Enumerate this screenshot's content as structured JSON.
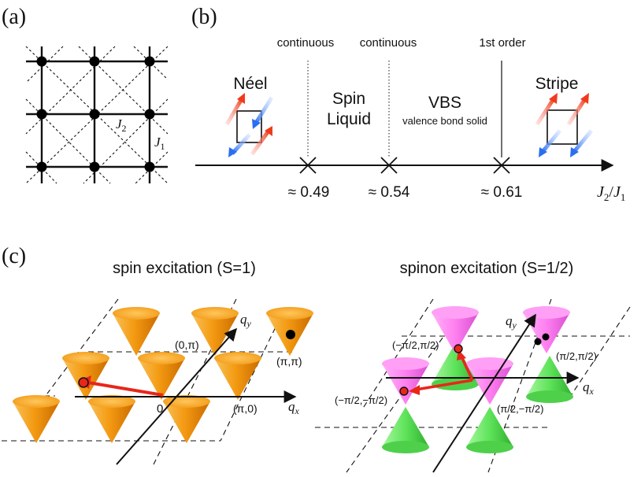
{
  "panel_a": {
    "label": "(a)",
    "j1": "J",
    "j1_sub": "1",
    "j2": "J",
    "j2_sub": "2"
  },
  "panel_b": {
    "label": "(b)",
    "transitions": [
      {
        "type": "continuous",
        "value": "≈ 0.49"
      },
      {
        "type": "continuous",
        "value": "≈ 0.54"
      },
      {
        "type": "1st order",
        "value": "≈ 0.61"
      }
    ],
    "phases": {
      "neel": "Néel",
      "spin_liquid_1": "Spin",
      "spin_liquid_2": "Liquid",
      "vbs": "VBS",
      "vbs_sub": "valence bond solid",
      "stripe": "Stripe"
    },
    "axis_label_j2": "J",
    "axis_sub_2": "2",
    "axis_slash": "/",
    "axis_label_j1": "J",
    "axis_sub_1": "1"
  },
  "panel_c": {
    "label": "(c)",
    "left_title": "spin excitation (S=1)",
    "right_title": "spinon excitation (S=1/2)",
    "left_axes": {
      "qx": "q",
      "qx_sub": "x",
      "qy": "q",
      "qy_sub": "y",
      "origin": "0"
    },
    "left_points": {
      "pi_0": "(π,0)",
      "zero_pi": "(0,π)",
      "pi_pi": "(π,π)"
    },
    "right_axes": {
      "qx": "q",
      "qx_sub": "x",
      "qy": "q",
      "qy_sub": "y"
    },
    "right_points": {
      "mm": "(−π/2,−π/2)",
      "mp": "(−π/2,π/2)",
      "pp": "(π/2,π/2)",
      "pm": "(π/2,−π/2)"
    }
  },
  "colors": {
    "orange_cone": "#f4a01c",
    "magenta_cone": "#ff7ff0",
    "green_cone": "#5ee35a",
    "arrow_red": "#e8261a",
    "spin_red": "#ef3b1c",
    "spin_blue": "#2a6ff0"
  }
}
